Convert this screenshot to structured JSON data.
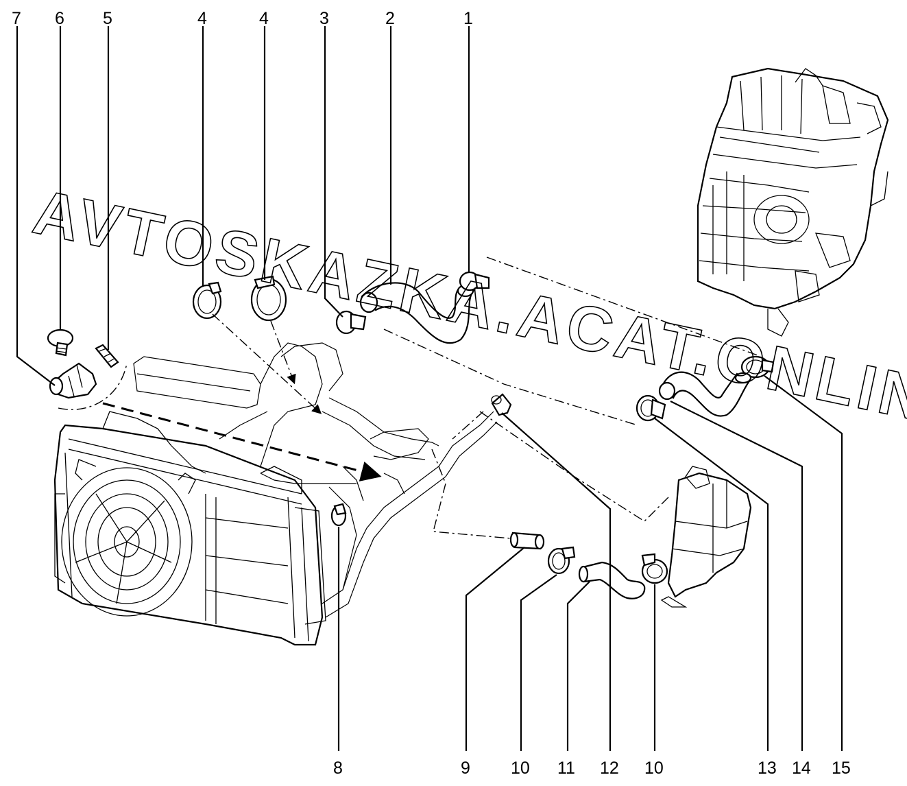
{
  "watermark": "AVTOSKAZKA.ACAT.ONLINE",
  "callouts": {
    "c7": "7",
    "c6": "6",
    "c5": "5",
    "c4a": "4",
    "c4b": "4",
    "c3": "3",
    "c2": "2",
    "c1": "1",
    "c8": "8",
    "c9": "9",
    "c10a": "10",
    "c11": "11",
    "c12": "12",
    "c10b": "10",
    "c13": "13",
    "c14": "14",
    "c15": "15"
  }
}
